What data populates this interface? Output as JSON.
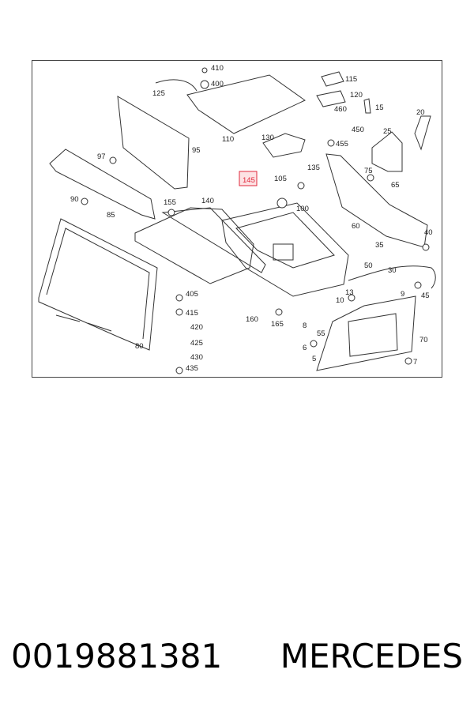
{
  "diagram": {
    "highlighted_part": "145",
    "callouts": [
      "410",
      "400",
      "125",
      "115",
      "120",
      "15",
      "20",
      "460",
      "450",
      "95",
      "97",
      "110",
      "130",
      "455",
      "25",
      "135",
      "105",
      "75",
      "90",
      "65",
      "145",
      "155",
      "100",
      "85",
      "140",
      "40",
      "60",
      "35",
      "50",
      "30",
      "80",
      "405",
      "415",
      "420",
      "425",
      "430",
      "435",
      "13",
      "10",
      "160",
      "165",
      "8",
      "55",
      "9",
      "45",
      "70",
      "6",
      "5",
      "7"
    ]
  },
  "caption": {
    "part_number": "0019881381",
    "brand": "MERCEDES"
  }
}
